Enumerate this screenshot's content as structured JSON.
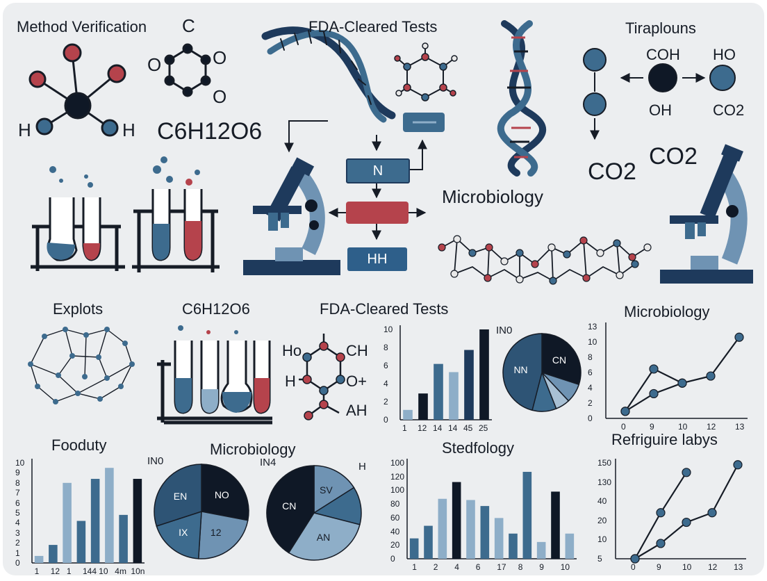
{
  "titles": {
    "method_verification": "Method Verification",
    "fda_top": "FDA-Cleared Tests",
    "tiraplouns": "Tiraplouns",
    "microbiology_mid": "Microbiology",
    "explots": "Explots",
    "glucose_mid": "C6H12O6",
    "fda_mid": "FDA-Cleared Tests",
    "microbiology_right": "Microbiology",
    "fooduty": "Fooduty",
    "microbiology_bottom": "Microbiology",
    "stedfology": "Stedfology",
    "refriguire": "Refriguire labys"
  },
  "molecule_labels": {
    "methane_h_left": "H",
    "methane_h_right": "H",
    "ring_top": "C",
    "ring_left": "O",
    "ring_right": "O",
    "ring_bottom": "O",
    "glucose_formula": "C6H12O6",
    "chem_coh": "COH",
    "chem_ho": "HO",
    "chem_oh": "OH",
    "chem_co2_small": "CO2",
    "chem_co2_a": "CO2",
    "chem_co2_b": "CO2",
    "mol_ho": "Ho",
    "mol_ch": "CH",
    "mol_h": "H",
    "mol_o_plus": "O+",
    "mol_ah": "AH"
  },
  "flow": {
    "box_n": "N",
    "box_hh": "HH"
  },
  "colors": {
    "navy": "#1e3a5c",
    "steel": "#3d6b8e",
    "light": "#8eaec8",
    "dark": "#0f1826",
    "red": "#b5434c"
  },
  "chart_data": [
    {
      "type": "bar",
      "title": "FDA-Cleared Tests",
      "categories": [
        "1",
        "12",
        "14",
        "14",
        "45",
        "25"
      ],
      "values": [
        1.2,
        3.2,
        6.8,
        5.8,
        8.5,
        11
      ],
      "bar_colors": [
        "#8eaec8",
        "#0f1826",
        "#3d6b8e",
        "#8eaec8",
        "#1e3a5c",
        "#0f1826"
      ],
      "yticks": [
        "10",
        "8",
        "6",
        "4",
        "2",
        "0"
      ],
      "ylim": [
        0,
        11
      ]
    },
    {
      "type": "pie",
      "title": "IN0",
      "slices": [
        {
          "label": "CN",
          "value": 30,
          "color": "#0f1826"
        },
        {
          "label": "",
          "value": 8,
          "color": "#6f93b3"
        },
        {
          "label": "",
          "value": 6,
          "color": "#a8c0d4"
        },
        {
          "label": "",
          "value": 10,
          "color": "#3d6b8e"
        },
        {
          "label": "NN",
          "value": 46,
          "color": "#2e5475"
        }
      ]
    },
    {
      "type": "line",
      "title": "Microbiology",
      "xticks": [
        "0",
        "9",
        "10",
        "12",
        "13"
      ],
      "yticks": [
        "13",
        "10",
        "8",
        "6",
        "4",
        "2",
        "0"
      ],
      "ylim": [
        0,
        13
      ],
      "series": [
        {
          "x": [
            0,
            9,
            10
          ],
          "y": [
            1,
            7,
            5
          ]
        },
        {
          "x": [
            0,
            9,
            10,
            12,
            13
          ],
          "y": [
            1,
            3.5,
            5,
            6,
            11.5
          ]
        }
      ]
    },
    {
      "type": "bar",
      "title": "Fooduty",
      "categories": [
        "1",
        "12",
        "1",
        "144",
        "10",
        "4m",
        "10n"
      ],
      "values": [
        0.7,
        1.8,
        8,
        4.2,
        8.4,
        9.5,
        4.8,
        8.4
      ],
      "bar_colors": [
        "#8eaec8",
        "#3d6b8e",
        "#8eaec8",
        "#3d6b8e",
        "#3d6b8e",
        "#8eaec8",
        "#3d6b8e",
        "#0f1826"
      ],
      "yticks": [
        "10",
        "9",
        "8",
        "7",
        "6",
        "5",
        "4",
        "3",
        "2",
        "1",
        "0"
      ],
      "ylim": [
        0,
        10
      ]
    },
    {
      "type": "pie",
      "title": "IN0",
      "slices": [
        {
          "label": "NO",
          "value": 28,
          "color": "#0f1826"
        },
        {
          "label": "12",
          "value": 23,
          "color": "#6f93b3"
        },
        {
          "label": "IX",
          "value": 19,
          "color": "#3d6b8e"
        },
        {
          "label": "EN",
          "value": 30,
          "color": "#2e5475"
        }
      ]
    },
    {
      "type": "pie",
      "title": "IN4",
      "annotation": "H",
      "slices": [
        {
          "label": "SV",
          "value": 16,
          "color": "#6f93b3"
        },
        {
          "label": "",
          "value": 13,
          "color": "#3d6b8e"
        },
        {
          "label": "AN",
          "value": 30,
          "color": "#8eaec8"
        },
        {
          "label": "CN",
          "value": 41,
          "color": "#0f1826"
        }
      ]
    },
    {
      "type": "bar",
      "title": "Stedfology",
      "categories": [
        "1",
        "2",
        "4",
        "6",
        "17",
        "8",
        "9",
        "10"
      ],
      "values": [
        34,
        55,
        100,
        128,
        98,
        88,
        68,
        42,
        145,
        28,
        112,
        42
      ],
      "bar_colors": [
        "#3d6b8e",
        "#3d6b8e",
        "#8eaec8",
        "#0f1826",
        "#8eaec8",
        "#3d6b8e",
        "#8eaec8",
        "#3d6b8e",
        "#3d6b8e",
        "#8eaec8",
        "#0f1826",
        "#8eaec8"
      ],
      "yticks": [
        "100",
        "120",
        "100",
        "80",
        "60",
        "40",
        "20",
        "0"
      ],
      "ylim": [
        0,
        160
      ]
    },
    {
      "type": "line",
      "title": "Refriguire labys",
      "xticks": [
        "0",
        "9",
        "10",
        "12",
        "13"
      ],
      "yticks": [
        "150",
        "130",
        "40",
        "20",
        "10",
        "5"
      ],
      "series": [
        {
          "x": [
            0,
            9,
            10
          ],
          "y": [
            5,
            28,
            140
          ]
        },
        {
          "x": [
            0,
            9,
            10,
            12,
            13
          ],
          "y": [
            5,
            9,
            19,
            28,
            148
          ]
        }
      ]
    }
  ]
}
